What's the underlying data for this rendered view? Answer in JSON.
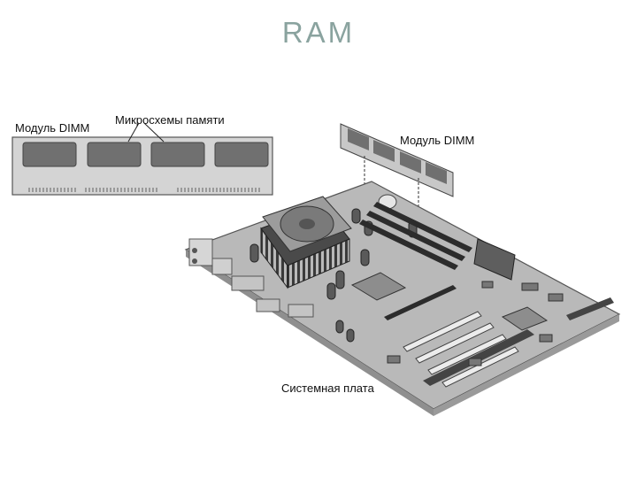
{
  "slide": {
    "title": "RAM"
  },
  "labels": {
    "dimm_module_left": "Модуль DIMM",
    "memory_chips": "Микросхемы памяти",
    "dimm_module_right": "Модуль DIMM",
    "motherboard": "Системная плата"
  },
  "colors": {
    "title": "#8aa39f",
    "board": "#b9b9b9",
    "chip": "#6f6f6f"
  }
}
